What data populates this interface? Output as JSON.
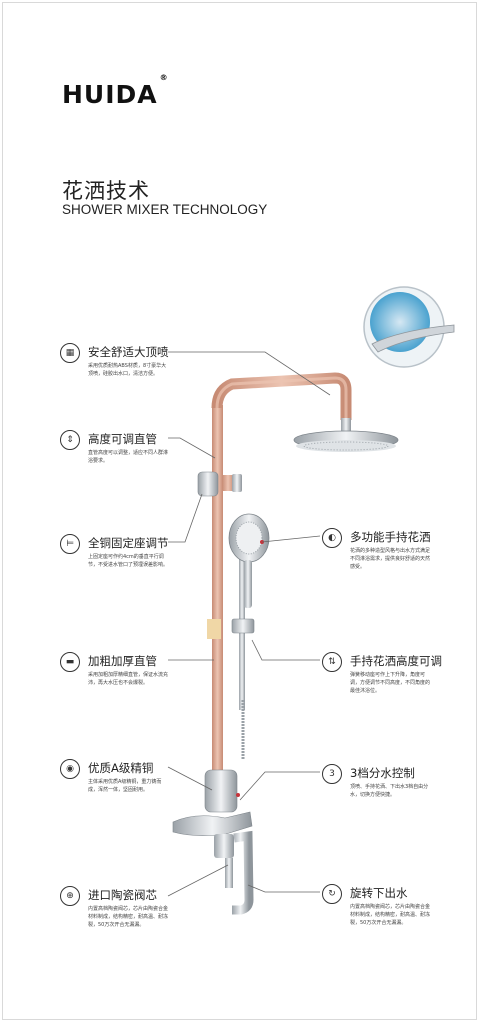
{
  "brand": {
    "name": "HUIDA",
    "mark": "®"
  },
  "heading": {
    "title_cn": "花洒技术",
    "title_en": "SHOWER MIXER TECHNOLOGY"
  },
  "features_left": [
    {
      "icon": "grid-circle-icon",
      "label": "安全舒适大顶喷",
      "desc": "采用优质耐热ABS材质，8寸豪华大顶喷，硅胶出水口，清洁方便。"
    },
    {
      "icon": "height-bars-icon",
      "label": "高度可调直管",
      "desc": "直管高度可以调整，适应不同人群淋浴要求。"
    },
    {
      "icon": "fixed-seat-icon",
      "label": "全铜固定座调节",
      "desc": "上固定座可作约4cm的垂直平行调节，不受进水管口了预埋误差影响。"
    },
    {
      "icon": "thick-pipe-icon",
      "label": "加粗加厚直管",
      "desc": "采用加粗加厚精细直管，保证水流充沛，再大水压也不会爆裂。"
    },
    {
      "icon": "copper-icon",
      "label": "优质A级精铜",
      "desc": "主体采用优质A级精铜，重力铸而成，浑然一体，坚固耐用。"
    },
    {
      "icon": "valve-icon",
      "label": "进口陶瓷阀芯",
      "desc": "内置高档陶瓷阀芯，芯片由陶瓷合金材料制成，结构精密，耐高温、耐冻裂，50万次开合无漏漏。"
    }
  ],
  "features_right": [
    {
      "icon": "handheld-icon",
      "label": "多功能手持花洒",
      "desc": "花洒的多种造型风格与出水方式满足不同淋浴需求，提供良好舒适的天然感受。"
    },
    {
      "icon": "adjust-icon",
      "label": "手持花洒高度可调",
      "desc": "弹簧移动座可作上下升降，角度可调，方便调节不同高度，不同角度的最佳沐浴位。"
    },
    {
      "icon": "three-level-icon",
      "icon_text": "3",
      "label": "3档分水控制",
      "desc": "顶喷、手持花洒、下出水3档自由分水，切换方便快捷。"
    },
    {
      "icon": "rotate-icon",
      "label": "旋转下出水",
      "desc": "内置高档陶瓷阀芯，芯片由陶瓷合金材料制成，结构精密，耐高温、耐冻裂，50万次开合无漏漏。"
    }
  ],
  "colors": {
    "copper": "#d9a58f",
    "chrome": "#c9ced3",
    "line": "#666666",
    "accent_red": "#c7333a"
  }
}
